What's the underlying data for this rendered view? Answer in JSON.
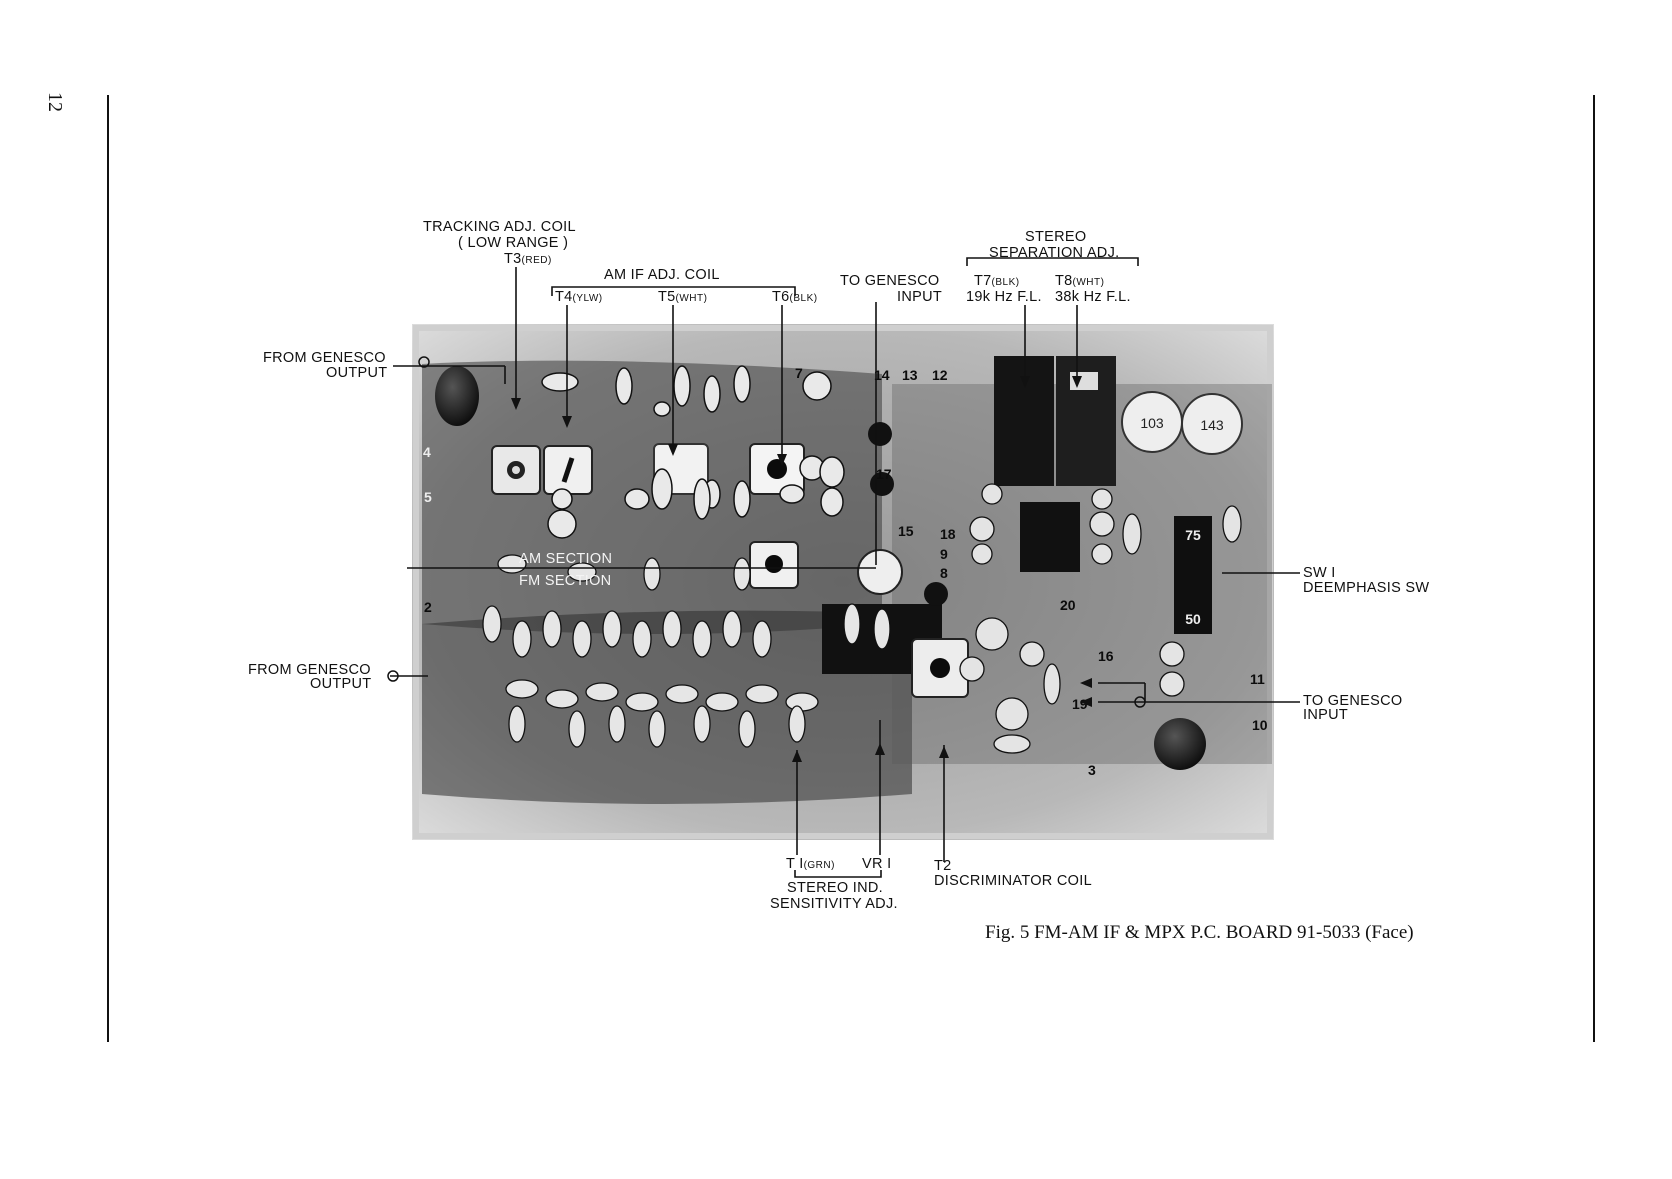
{
  "page_number": "12",
  "caption": "Fig. 5  FM-AM IF & MPX P.C. BOARD 91-5033 (Face)",
  "labels": {
    "tracking_line1": "TRACKING  ADJ.  COIL",
    "tracking_line2": "( LOW  RANGE )",
    "t3": "T3",
    "t3_color": "(RED)",
    "am_if_adj_coil": "AM  IF  ADJ.  COIL",
    "t4": "T4",
    "t4_color": "(YLW)",
    "t5": "T5",
    "t5_color": "(WHT)",
    "t6": "T6",
    "t6_color": "(BLK)",
    "to_genesco_top_1": "TO  GENESCO",
    "to_genesco_top_2": "INPUT",
    "stereo_sep_1": "STEREO",
    "stereo_sep_2": "SEPARATION  ADJ.",
    "t7": "T7",
    "t7_color": "(BLK)",
    "t7_desc": "19k Hz F.L.",
    "t8": "T8",
    "t8_color": "(WHT)",
    "t8_desc": "38k Hz F.L.",
    "from_genesco_top_1": "FROM  GENESCO",
    "from_genesco_top_2": "OUTPUT",
    "am_section": "AM  SECTION",
    "fm_section": "FM  SECTION",
    "from_genesco_bottom_1": "FROM  GENESCO",
    "from_genesco_bottom_2": "OUTPUT",
    "sw1_1": "SW I",
    "sw1_2": "DEEMPHASIS  SW",
    "to_genesco_right_1": "TO  GENESCO",
    "to_genesco_right_2": "INPUT",
    "t1": "T I",
    "t1_color": "(GRN)",
    "vr1": "VR I",
    "stereo_ind_1": "STEREO  IND.",
    "stereo_ind_2": "SENSITIVITY  ADJ.",
    "t2": "T2",
    "discriminator": "DISCRIMINATOR  COIL"
  },
  "board_pins": {
    "p7": "7",
    "p14": "14",
    "p13": "13",
    "p12": "12",
    "p4": "4",
    "p5": "5",
    "p17": "17",
    "p15": "15",
    "p18": "18",
    "p9": "9",
    "p8": "8",
    "p2": "2",
    "p20": "20",
    "p16": "16",
    "p19": "19",
    "p11": "11",
    "p10": "10",
    "p3": "3"
  },
  "component_marks": {
    "cap_a": "103",
    "cap_b": "143",
    "sw_top": "75",
    "sw_bottom": "50"
  }
}
